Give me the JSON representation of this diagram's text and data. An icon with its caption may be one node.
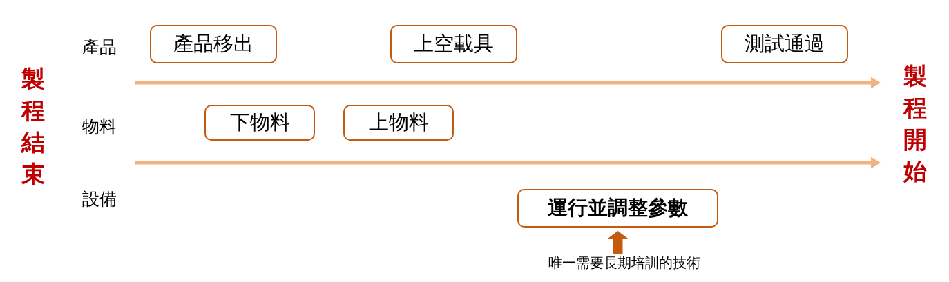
{
  "diagram": {
    "nodes": [
      {
        "text": [
          "產品移出"
        ]
      },
      {
        "text": [
          "上空載具"
        ]
      },
      {
        "text": [
          "測試通過"
        ]
      },
      {
        "text": [
          "下物料"
        ]
      },
      {
        "text": [
          "上物料"
        ]
      },
      {
        "text": [
          "運行並調整參數"
        ]
      },
      {
        "text": [
          "唯一需要長期培訓的技術"
        ]
      }
    ],
    "edges": [
      {
        "from": 6,
        "to": 5,
        "arrow": "to",
        "color": "#c55a11"
      }
    ],
    "labels": [
      "製程結束",
      "產品",
      "物料",
      "設備",
      "製程開始"
    ]
  }
}
